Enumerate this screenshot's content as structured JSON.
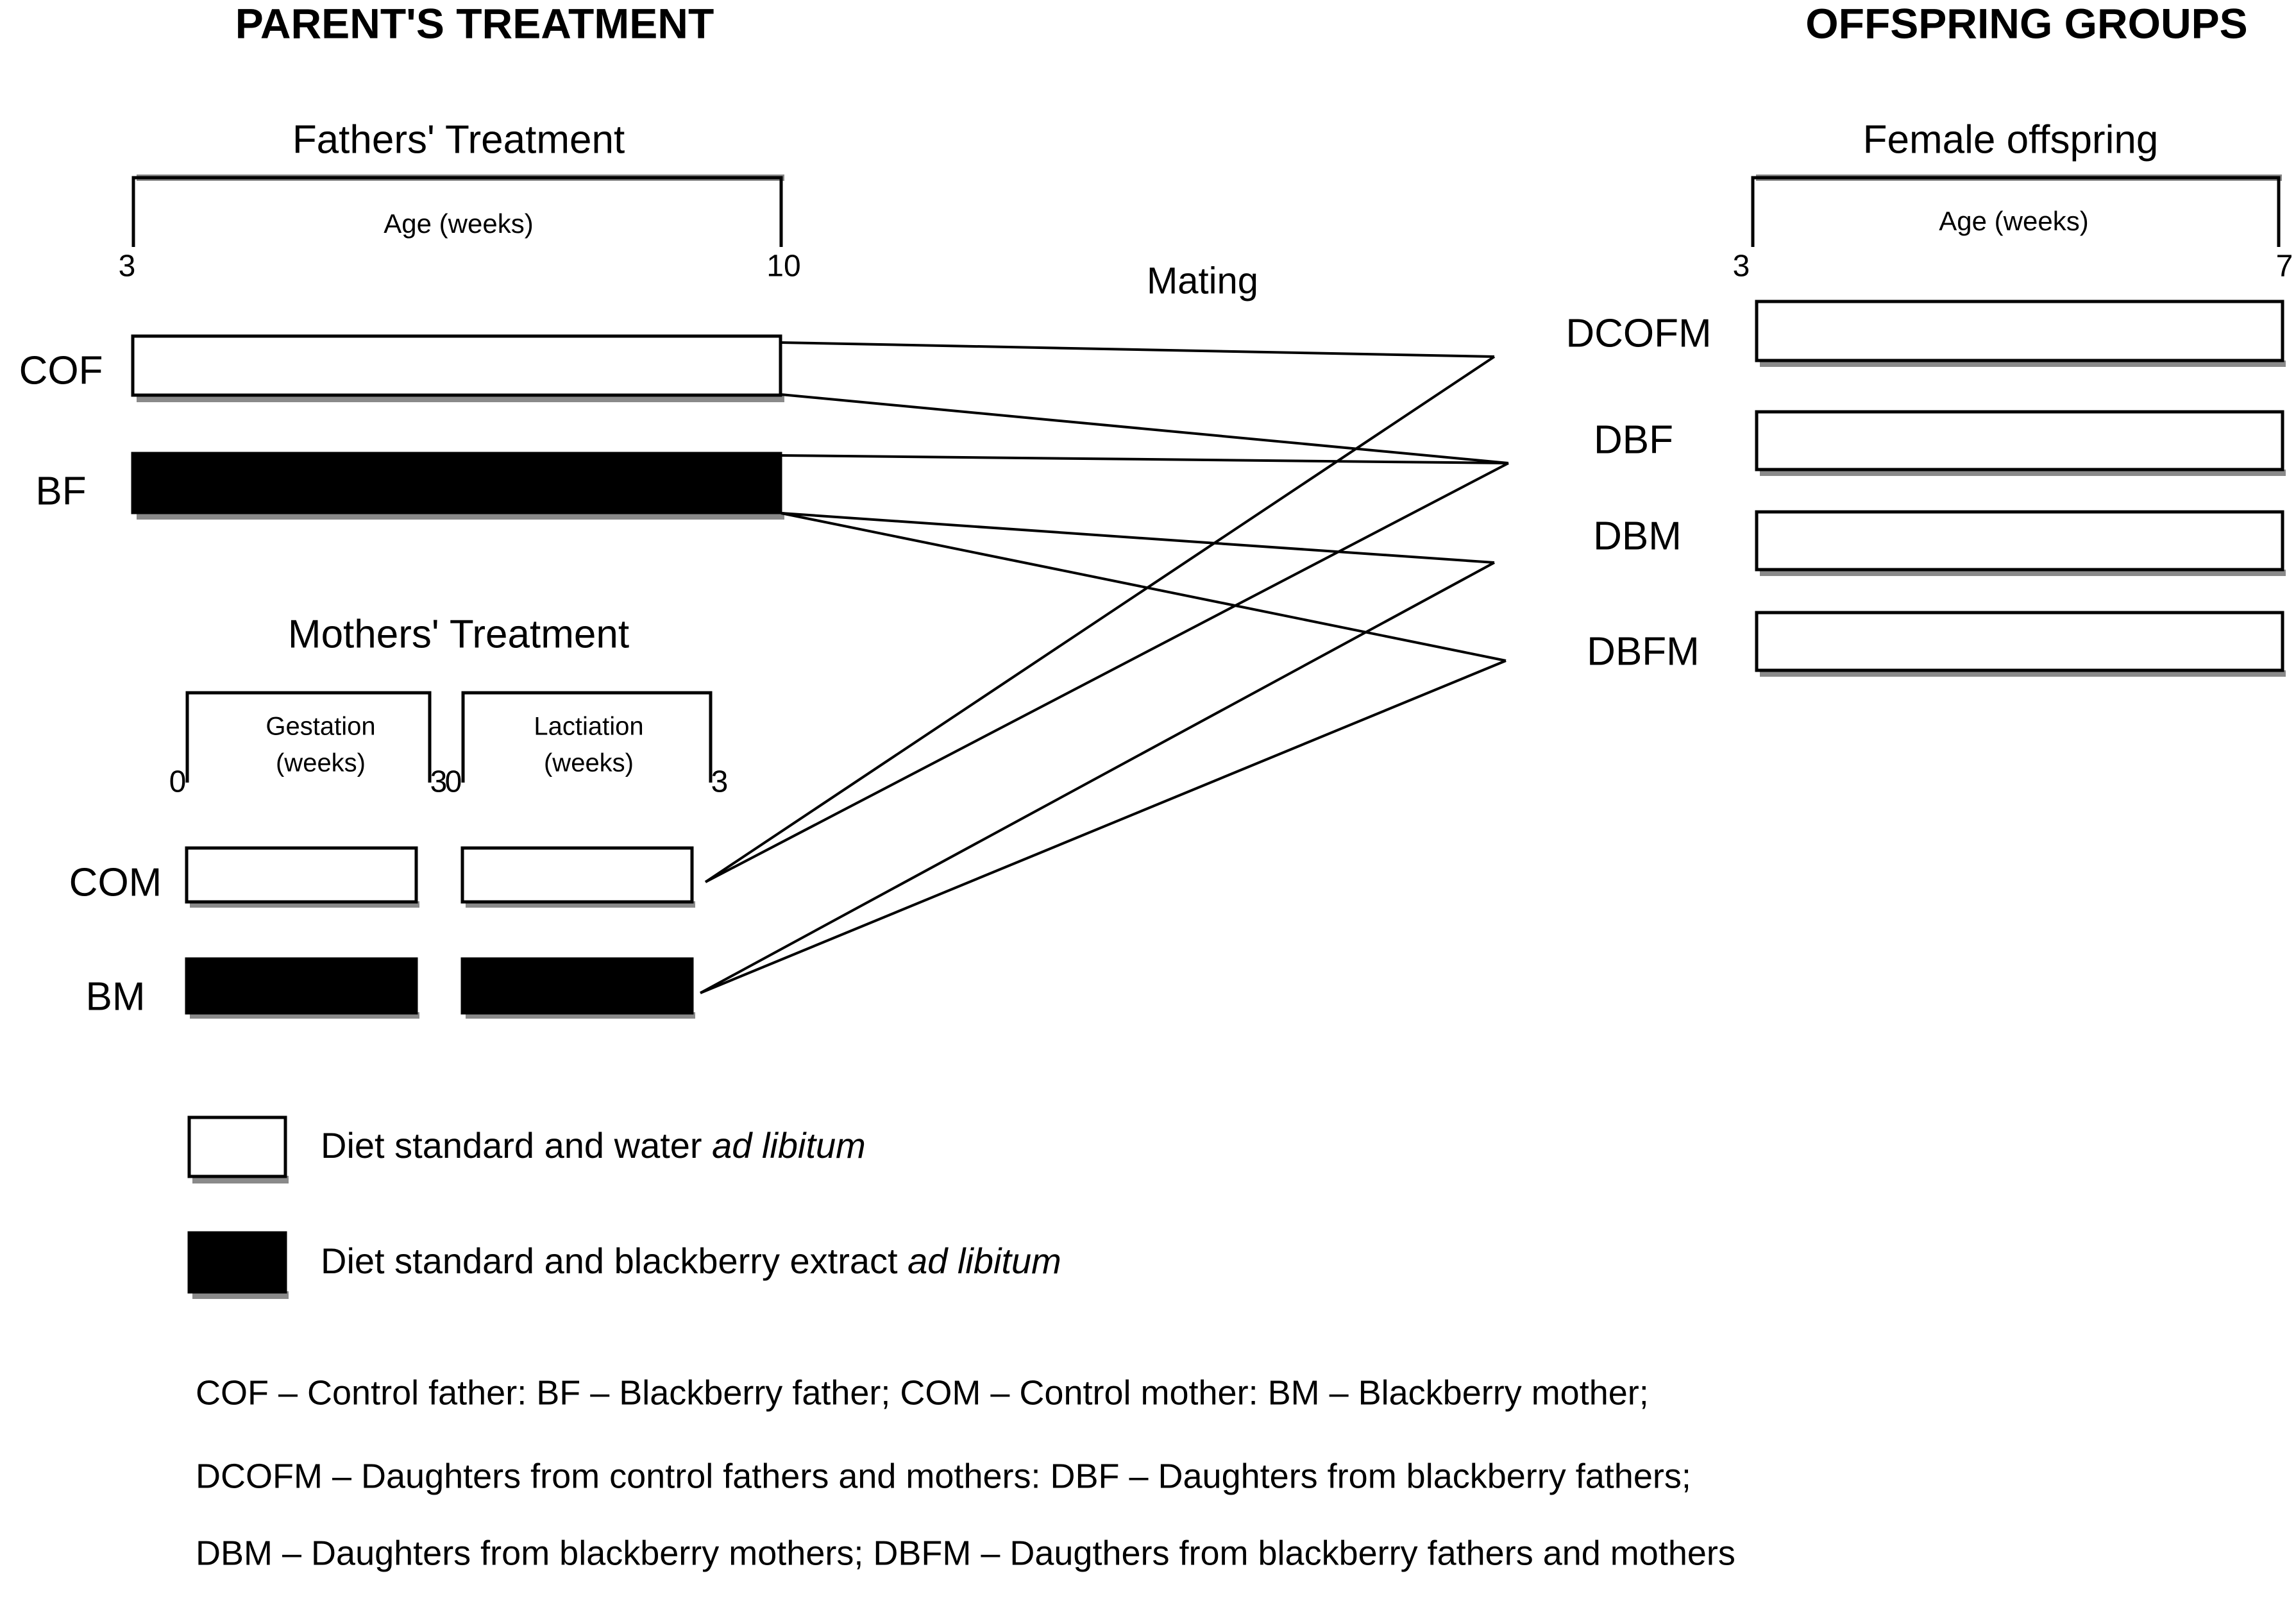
{
  "headers": {
    "left_title": "PARENT'S TREATMENT",
    "right_title": "OFFSPRING GROUPS"
  },
  "fathers": {
    "title": "Fathers' Treatment",
    "axis_caption": "Age (weeks)",
    "tick_start": "3",
    "tick_end": "10",
    "rows": [
      {
        "label": "COF",
        "fill": "open"
      },
      {
        "label": "BF",
        "fill": "filled"
      }
    ]
  },
  "mothers": {
    "title": "Mothers' Treatment",
    "phases": [
      {
        "name": "Gestation",
        "unit": "(weeks)",
        "tick_start": "0",
        "tick_end": "3"
      },
      {
        "name": "Lactiation",
        "unit": "(weeks)",
        "tick_start": "0",
        "tick_end": "3"
      }
    ],
    "rows": [
      {
        "label": "COM",
        "fill": "open"
      },
      {
        "label": "BM",
        "fill": "filled"
      }
    ]
  },
  "mating": {
    "label": "Mating"
  },
  "offspring": {
    "title": "Female offspring",
    "axis_caption": "Age (weeks)",
    "tick_start": "3",
    "tick_end": "7",
    "rows": [
      {
        "label": "DCOFM"
      },
      {
        "label": "DBF"
      },
      {
        "label": "DBM"
      },
      {
        "label": "DBFM"
      }
    ]
  },
  "legend": {
    "items": [
      {
        "swatch": "open",
        "text_plain": "Diet standard  and water ",
        "text_italic": "ad libitum"
      },
      {
        "swatch": "filled",
        "text_plain": "Diet standard  and blackberry extract ",
        "text_italic": "ad libitum"
      }
    ]
  },
  "footnotes": [
    "COF – Control father: BF – Blackberry father; COM – Control mother: BM – Blackberry mother;",
    "DCOFM – Daughters from control fathers and mothers: DBF – Daughters from blackberry fathers;",
    "DBM – Daughters from blackberry mothers; DBFM – Daugthers from blackberry fathers and mothers"
  ],
  "colors": {
    "ink": "#000000",
    "shadow": "#8a8a8a",
    "paper": "#ffffff"
  }
}
